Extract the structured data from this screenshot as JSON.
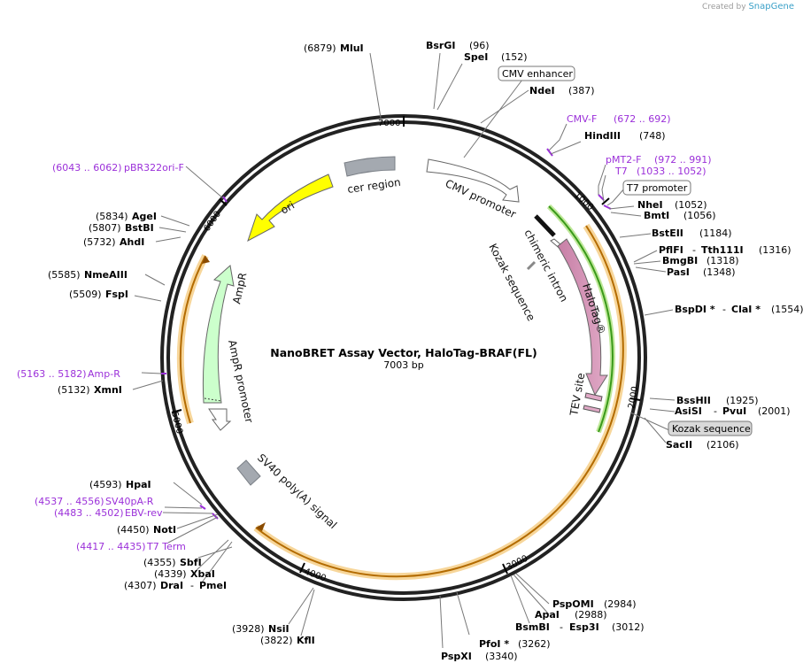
{
  "credit": {
    "prefix": "Created by",
    "brand": "SnapGene"
  },
  "title": "NanoBRET Assay Vector, HaloTag-BRAF(FL)",
  "size": "7003 bp",
  "ticks": [
    "1000",
    "2000",
    "3000",
    "4000",
    "5000",
    "6000",
    "7000"
  ],
  "features": {
    "cmv_promoter": "CMV promoter",
    "chimeric_intron": "chimeric intron",
    "kozak": "Kozak sequence",
    "halotag": "HaloTag®",
    "tev": "TEV site",
    "cer": "cer region",
    "ori": "ori",
    "ampr": "AmpR",
    "ampr_promoter": "AmpR promoter",
    "sv40": "SV40 poly(A) signal"
  },
  "boxed": {
    "cmv_enhancer": "CMV enhancer",
    "t7_promoter": "T7 promoter",
    "kozak_sequence": "Kozak sequence"
  },
  "sites": [
    {
      "name": "MluI",
      "pos": "(6879)"
    },
    {
      "name": "BsrGI",
      "pos": "(96)"
    },
    {
      "name": "SpeI",
      "pos": "(152)"
    },
    {
      "name": "NdeI",
      "pos": "(387)"
    },
    {
      "name": "HindIII",
      "pos": "(748)"
    },
    {
      "name": "NheI",
      "pos": "(1052)"
    },
    {
      "name": "BmtI",
      "pos": "(1056)"
    },
    {
      "name": "BstEII",
      "pos": "(1184)"
    },
    {
      "name": "PflFI",
      "name2": "Tth111I",
      "pos": "(1316)"
    },
    {
      "name": "BmgBI",
      "pos": "(1318)"
    },
    {
      "name": "PasI",
      "pos": "(1348)"
    },
    {
      "name": "BspDI *",
      "name2": "ClaI *",
      "pos": "(1554)"
    },
    {
      "name": "BssHII",
      "pos": "(1925)"
    },
    {
      "name": "AsiSI",
      "name2": "PvuI",
      "pos": "(2001)"
    },
    {
      "name": "SacII",
      "pos": "(2106)"
    },
    {
      "name": "PspOMI",
      "pos": "(2984)"
    },
    {
      "name": "ApaI",
      "pos": "(2988)"
    },
    {
      "name": "BsmBI",
      "name2": "Esp3I",
      "pos": "(3012)"
    },
    {
      "name": "PfoI *",
      "pos": "(3262)"
    },
    {
      "name": "PspXI",
      "pos": "(3340)"
    },
    {
      "name": "NsiI",
      "pos": "(3928)"
    },
    {
      "name": "KflI",
      "pos": "(3822)"
    },
    {
      "name": "SbfI",
      "pos": "(4355)"
    },
    {
      "name": "XbaI",
      "pos": "(4339)"
    },
    {
      "name": "DraI",
      "name2": "PmeI",
      "pos": "(4307)"
    },
    {
      "name": "NotI",
      "pos": "(4450)"
    },
    {
      "name": "HpaI",
      "pos": "(4593)"
    },
    {
      "name": "XmnI",
      "pos": "(5132)"
    },
    {
      "name": "FspI",
      "pos": "(5509)"
    },
    {
      "name": "NmeAIII",
      "pos": "(5585)"
    },
    {
      "name": "AhdI",
      "pos": "(5732)"
    },
    {
      "name": "BstBI",
      "pos": "(5807)"
    },
    {
      "name": "AgeI",
      "pos": "(5834)"
    }
  ],
  "primers": [
    {
      "name": "CMV-F",
      "pos": "(672 .. 692)"
    },
    {
      "name": "pMT2-F",
      "pos": "(972 .. 991)"
    },
    {
      "name": "T7",
      "pos": "(1033 .. 1052)"
    },
    {
      "name": "pBR322ori-F",
      "pos": "(6043 .. 6062)"
    },
    {
      "name": "Amp-R",
      "pos": "(5163 .. 5182)"
    },
    {
      "name": "SV40pA-R",
      "pos": "(4537 .. 4556)"
    },
    {
      "name": "EBV-rev",
      "pos": "(4483 .. 4502)"
    },
    {
      "name": "T7 Term",
      "pos": "(4417 .. 4435)"
    }
  ]
}
